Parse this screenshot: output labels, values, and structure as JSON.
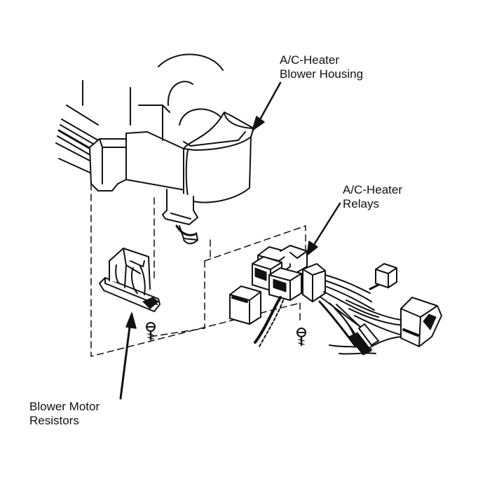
{
  "labels": {
    "blower_housing": {
      "line1": "A/C-Heater",
      "line2": "Blower Housing"
    },
    "relays": {
      "line1": "A/C-Heater",
      "line2": "Relays"
    },
    "resistors": {
      "line1": "Blower Motor",
      "line2": "Resistors"
    }
  },
  "colors": {
    "ink": "#111111",
    "paper": "#ffffff"
  }
}
